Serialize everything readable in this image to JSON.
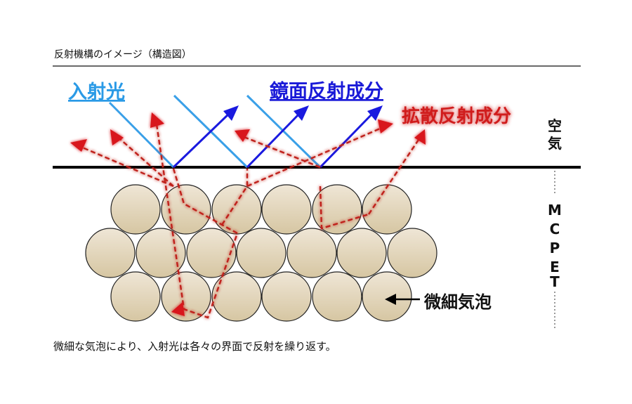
{
  "header": {
    "title": "反射機構のイメージ（構造図）"
  },
  "labels": {
    "incident": "入射光",
    "specular": "鏡面反射成分",
    "diffuse": "拡散反射成分",
    "air": "空気",
    "material": "MCPET",
    "bubble": "微細気泡"
  },
  "footer": {
    "text": "微細な気泡により、入射光は各々の界面で反射を繰り返す。"
  },
  "colors": {
    "incident": "#3aa0e8",
    "specular": "#1a1adf",
    "diffuse": "#c0201a",
    "diffuse_label": "#d01e1e",
    "bubble_fill_top": "#efe6d6",
    "bubble_fill_bottom": "#d8c8a4",
    "bubble_stroke": "#222222"
  },
  "icons": {
    "specular_arrow": "arrow-up-right-icon",
    "diffuse_arrow": "dashed-arrow-icon",
    "pointer_arrow": "arrow-left-icon"
  }
}
